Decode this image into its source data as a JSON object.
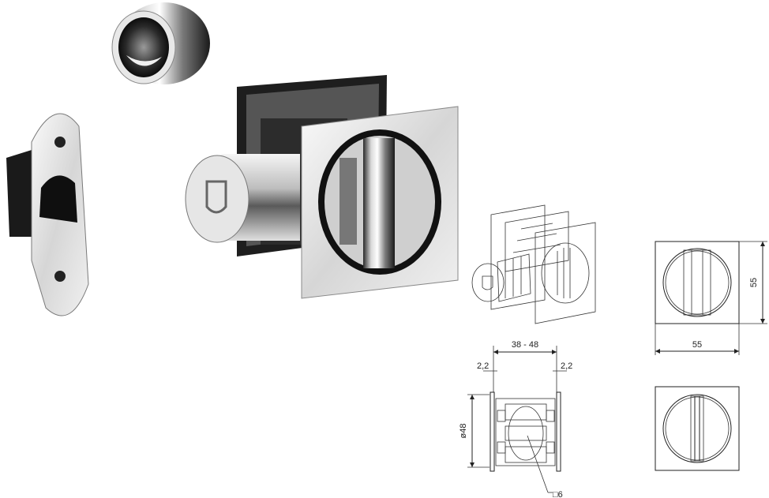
{
  "dimensions": {
    "width_range": "38 - 48",
    "gap_left": "2,2",
    "gap_right": "2,2",
    "diameter": "ø48",
    "square_spindle": "□6",
    "plate_height": "55",
    "plate_width": "55"
  },
  "colors": {
    "chrome_dark": "#1a1a1a",
    "chrome_mid": "#8a8a8a",
    "chrome_light": "#f2f2f2",
    "line": "#222222"
  }
}
